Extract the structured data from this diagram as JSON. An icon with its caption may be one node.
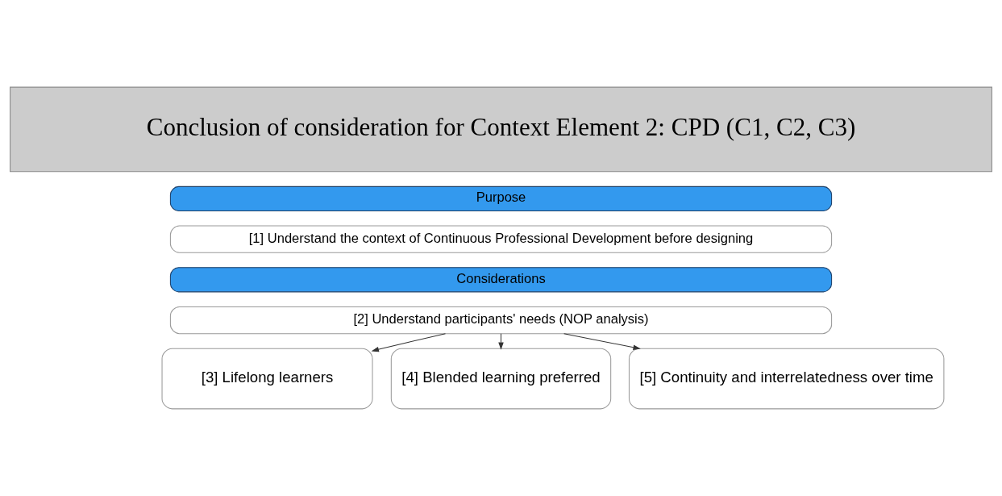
{
  "diagram": {
    "nodes": [
      {
        "text": [
          "Conclusion of consideration for Context Element 2: CPD (C1, C2, C3)"
        ]
      },
      {
        "text": [
          "Purpose"
        ]
      },
      {
        "text": [
          "[1] Understand the context of Continuous Professional Development before designing"
        ]
      },
      {
        "text": [
          "Considerations"
        ]
      },
      {
        "text": [
          "[2] Understand participants' needs (NOP analysis)"
        ]
      },
      {
        "text": [
          "[3] Lifelong learners"
        ]
      },
      {
        "text": [
          "[4] Blended learning preferred"
        ]
      },
      {
        "text": [
          "[5] Continuity and interrelatedness over time"
        ]
      }
    ],
    "edges": [
      {
        "from": 4,
        "to": 5,
        "arrow": "to"
      },
      {
        "from": 4,
        "to": 6,
        "arrow": "to"
      },
      {
        "from": 4,
        "to": 7,
        "arrow": "to"
      }
    ]
  }
}
